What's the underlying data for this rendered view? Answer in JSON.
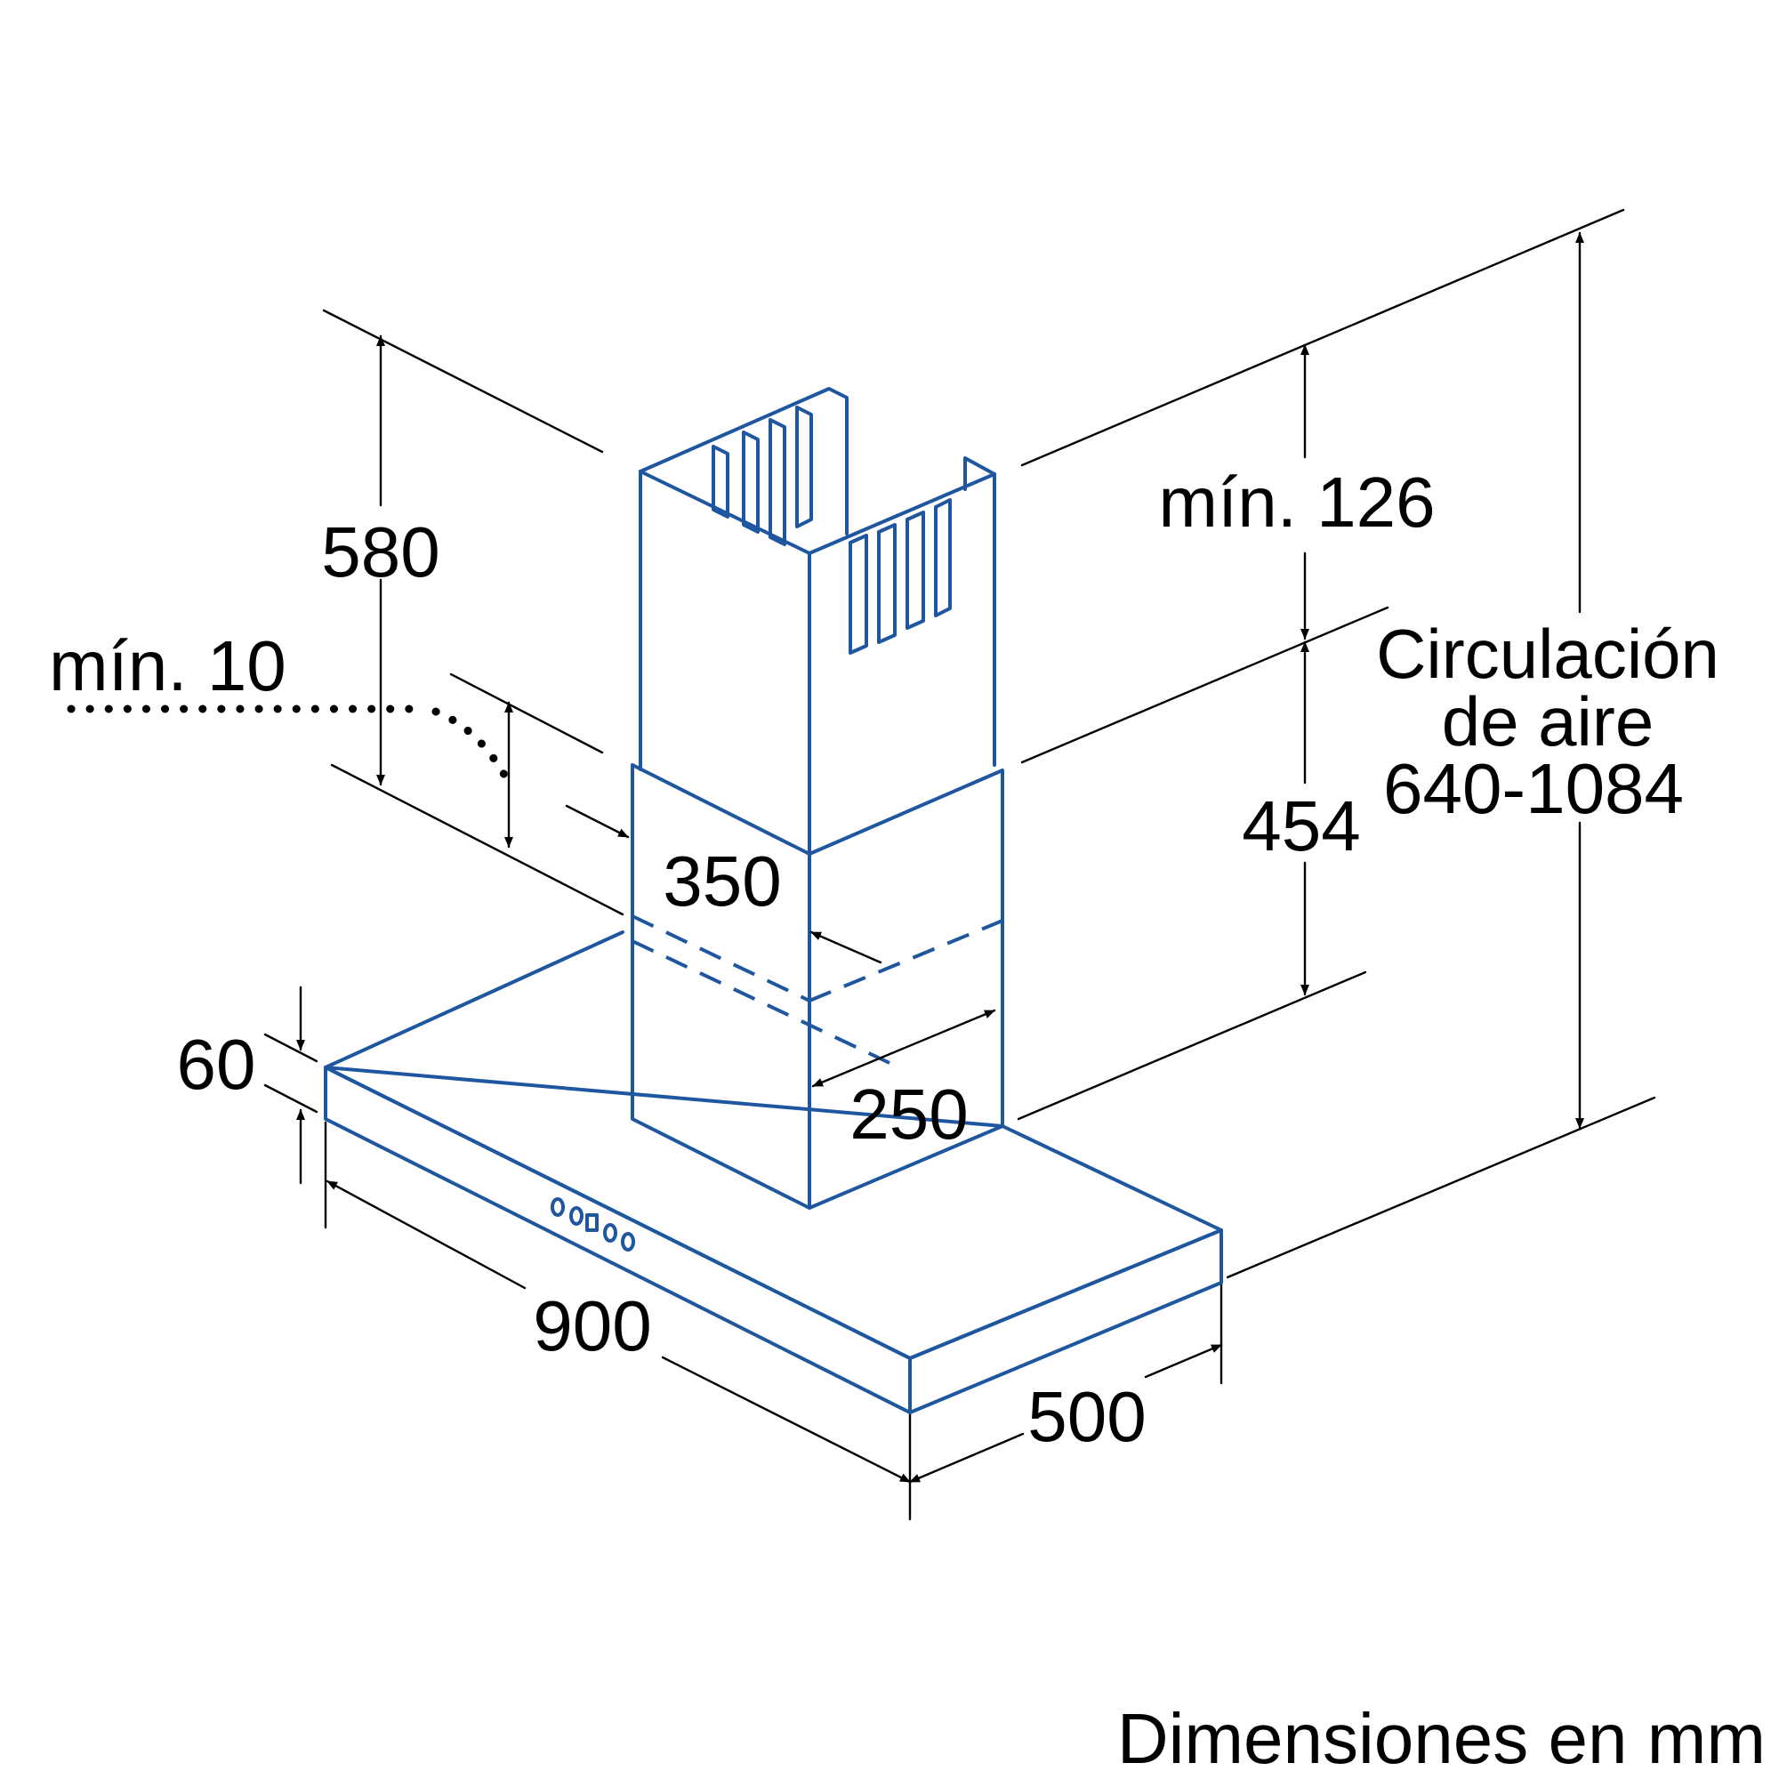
{
  "diagram": {
    "line_color": "#1e56a0",
    "dimension_color": "#000000",
    "labels": {
      "depth_top": "580",
      "min_gap": "mín. 10",
      "chimney_width": "350",
      "chimney_depth": "250",
      "min_top": "mín. 126",
      "circulation_line1": "Circulación",
      "circulation_line2": "de aire",
      "circulation_range": "640-1084",
      "chimney_height": "454",
      "canopy_height": "60",
      "width": "900",
      "depth": "500",
      "units_note": "Dimensiones en mm"
    }
  }
}
